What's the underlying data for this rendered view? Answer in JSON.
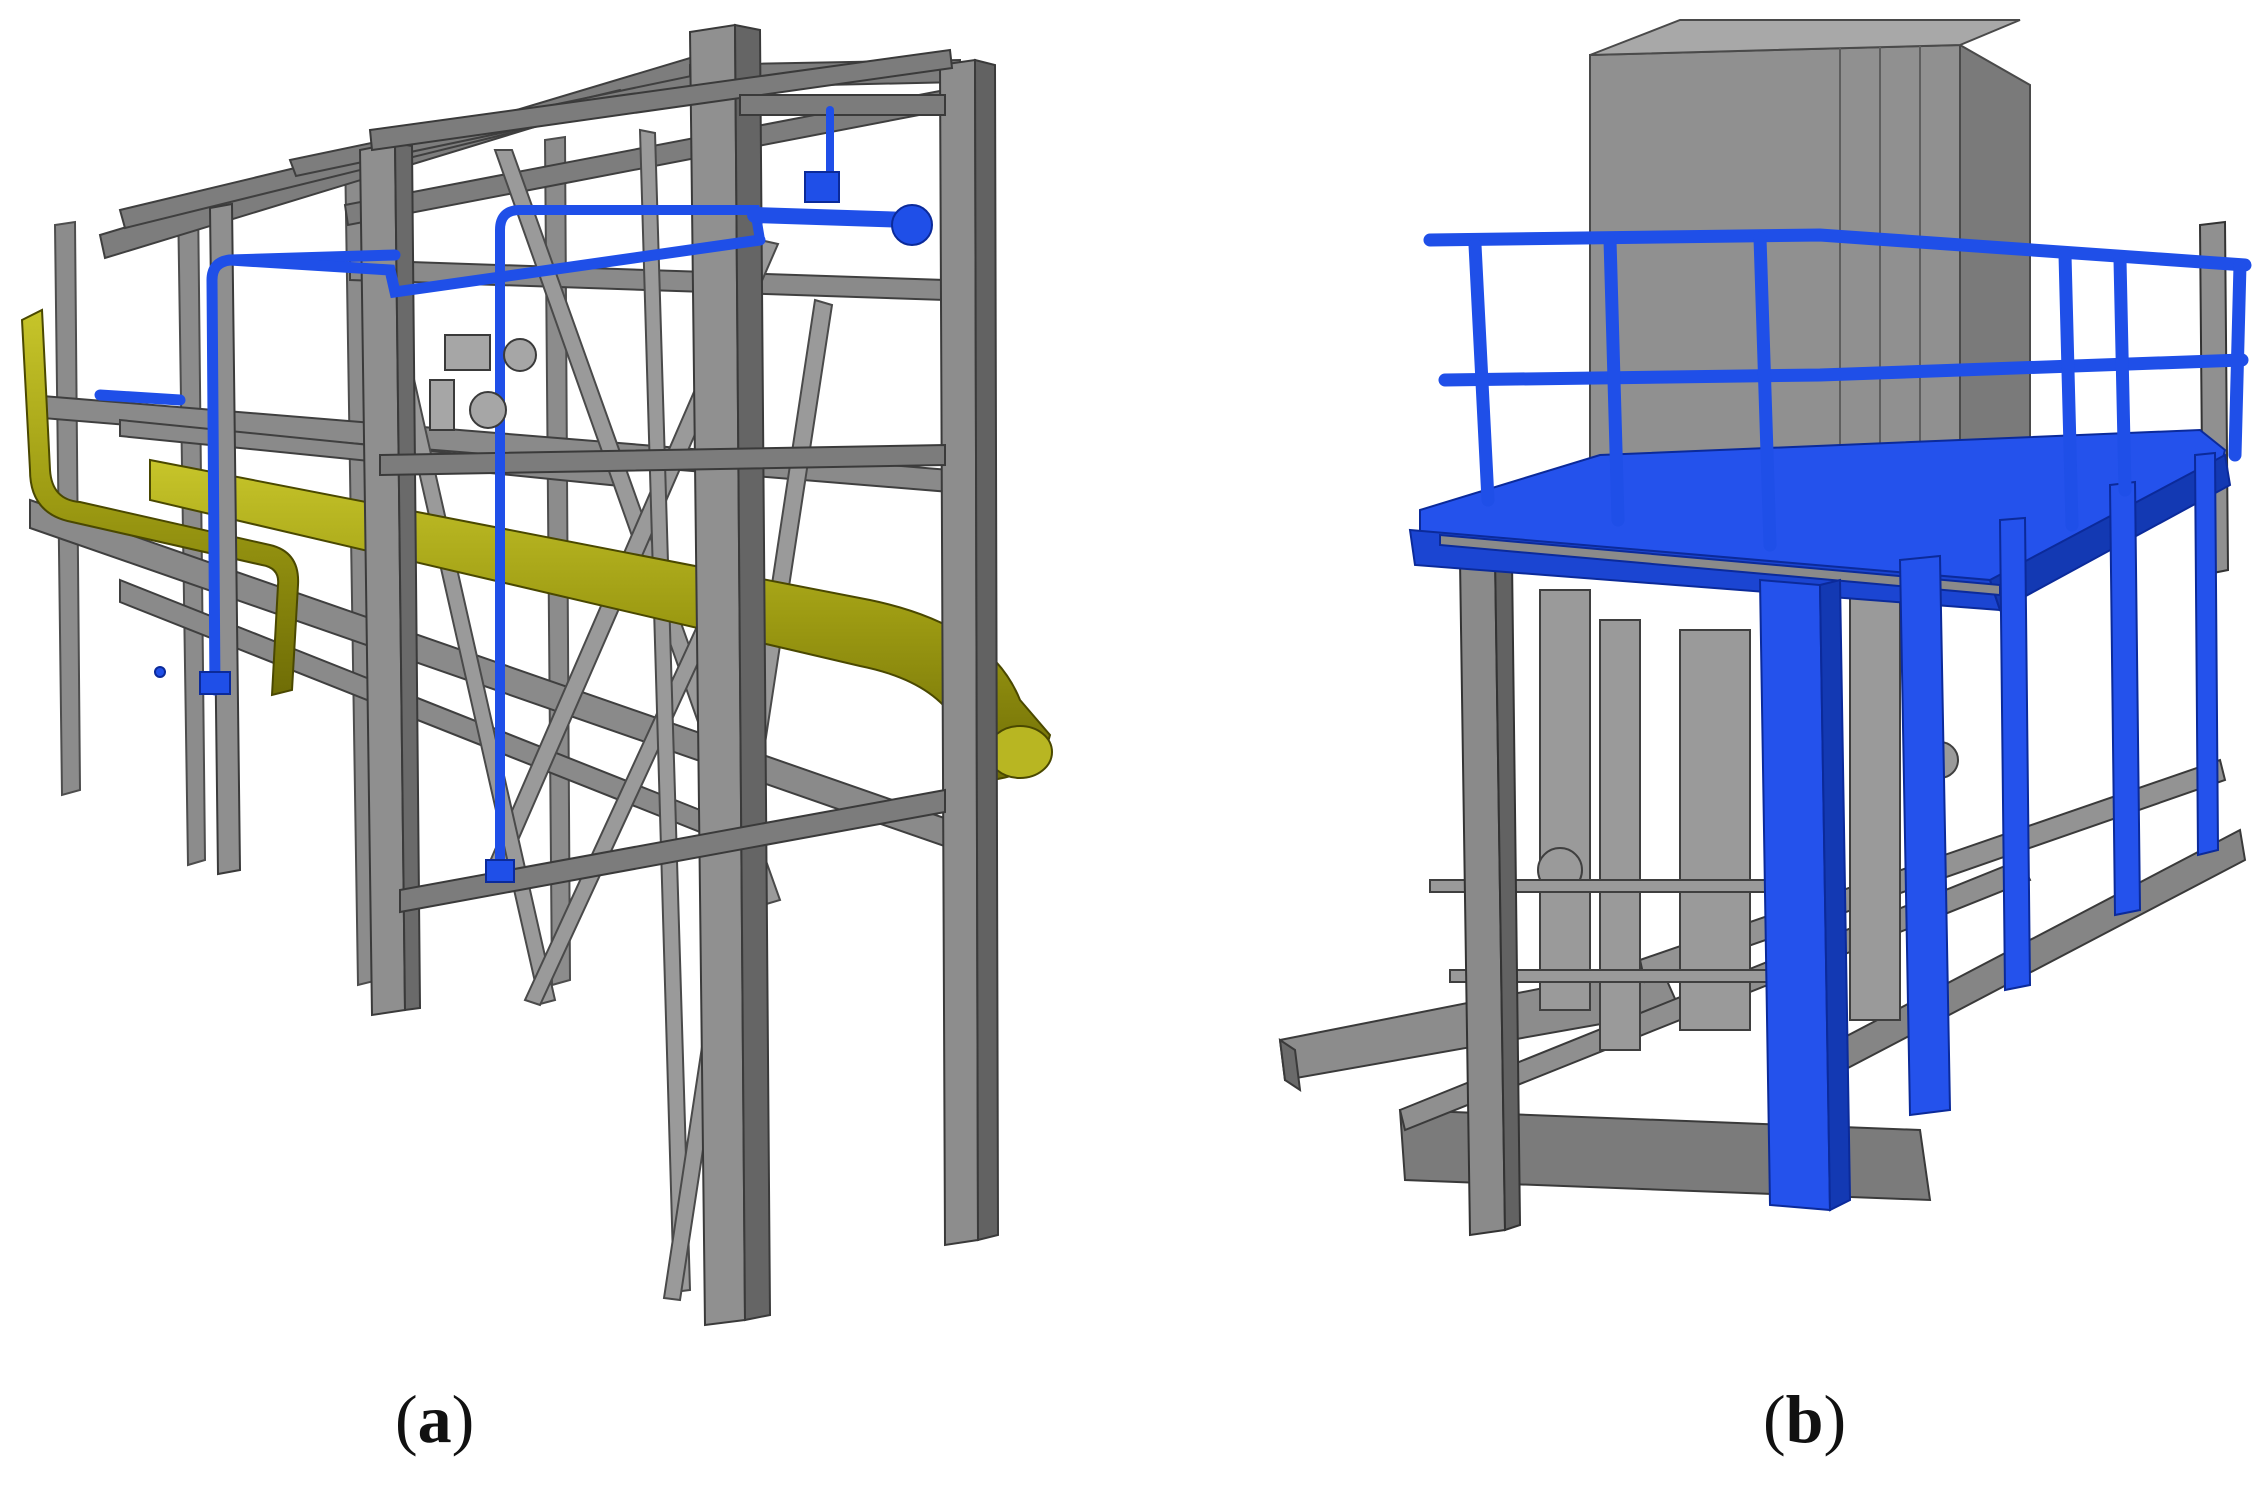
{
  "colors": {
    "steel": "#8c8c8c",
    "steel_dark": "#5f5f5f",
    "steel_light": "#b3b3b3",
    "pipe_blue": "#1f4fe8",
    "pipe_yellow": "#9c9a12",
    "background": "#ffffff"
  },
  "panels": [
    {
      "id": "a",
      "caption": {
        "open": "(",
        "letter": "a",
        "close": ")"
      },
      "description_icons": [
        "steel-frame-icon",
        "yellow-pipe-icon",
        "blue-pipe-icon"
      ]
    },
    {
      "id": "b",
      "caption": {
        "open": "(",
        "letter": "b",
        "close": ")"
      },
      "description_icons": [
        "equipment-box-icon",
        "blue-platform-icon",
        "handrail-icon",
        "steel-skid-icon"
      ]
    }
  ]
}
